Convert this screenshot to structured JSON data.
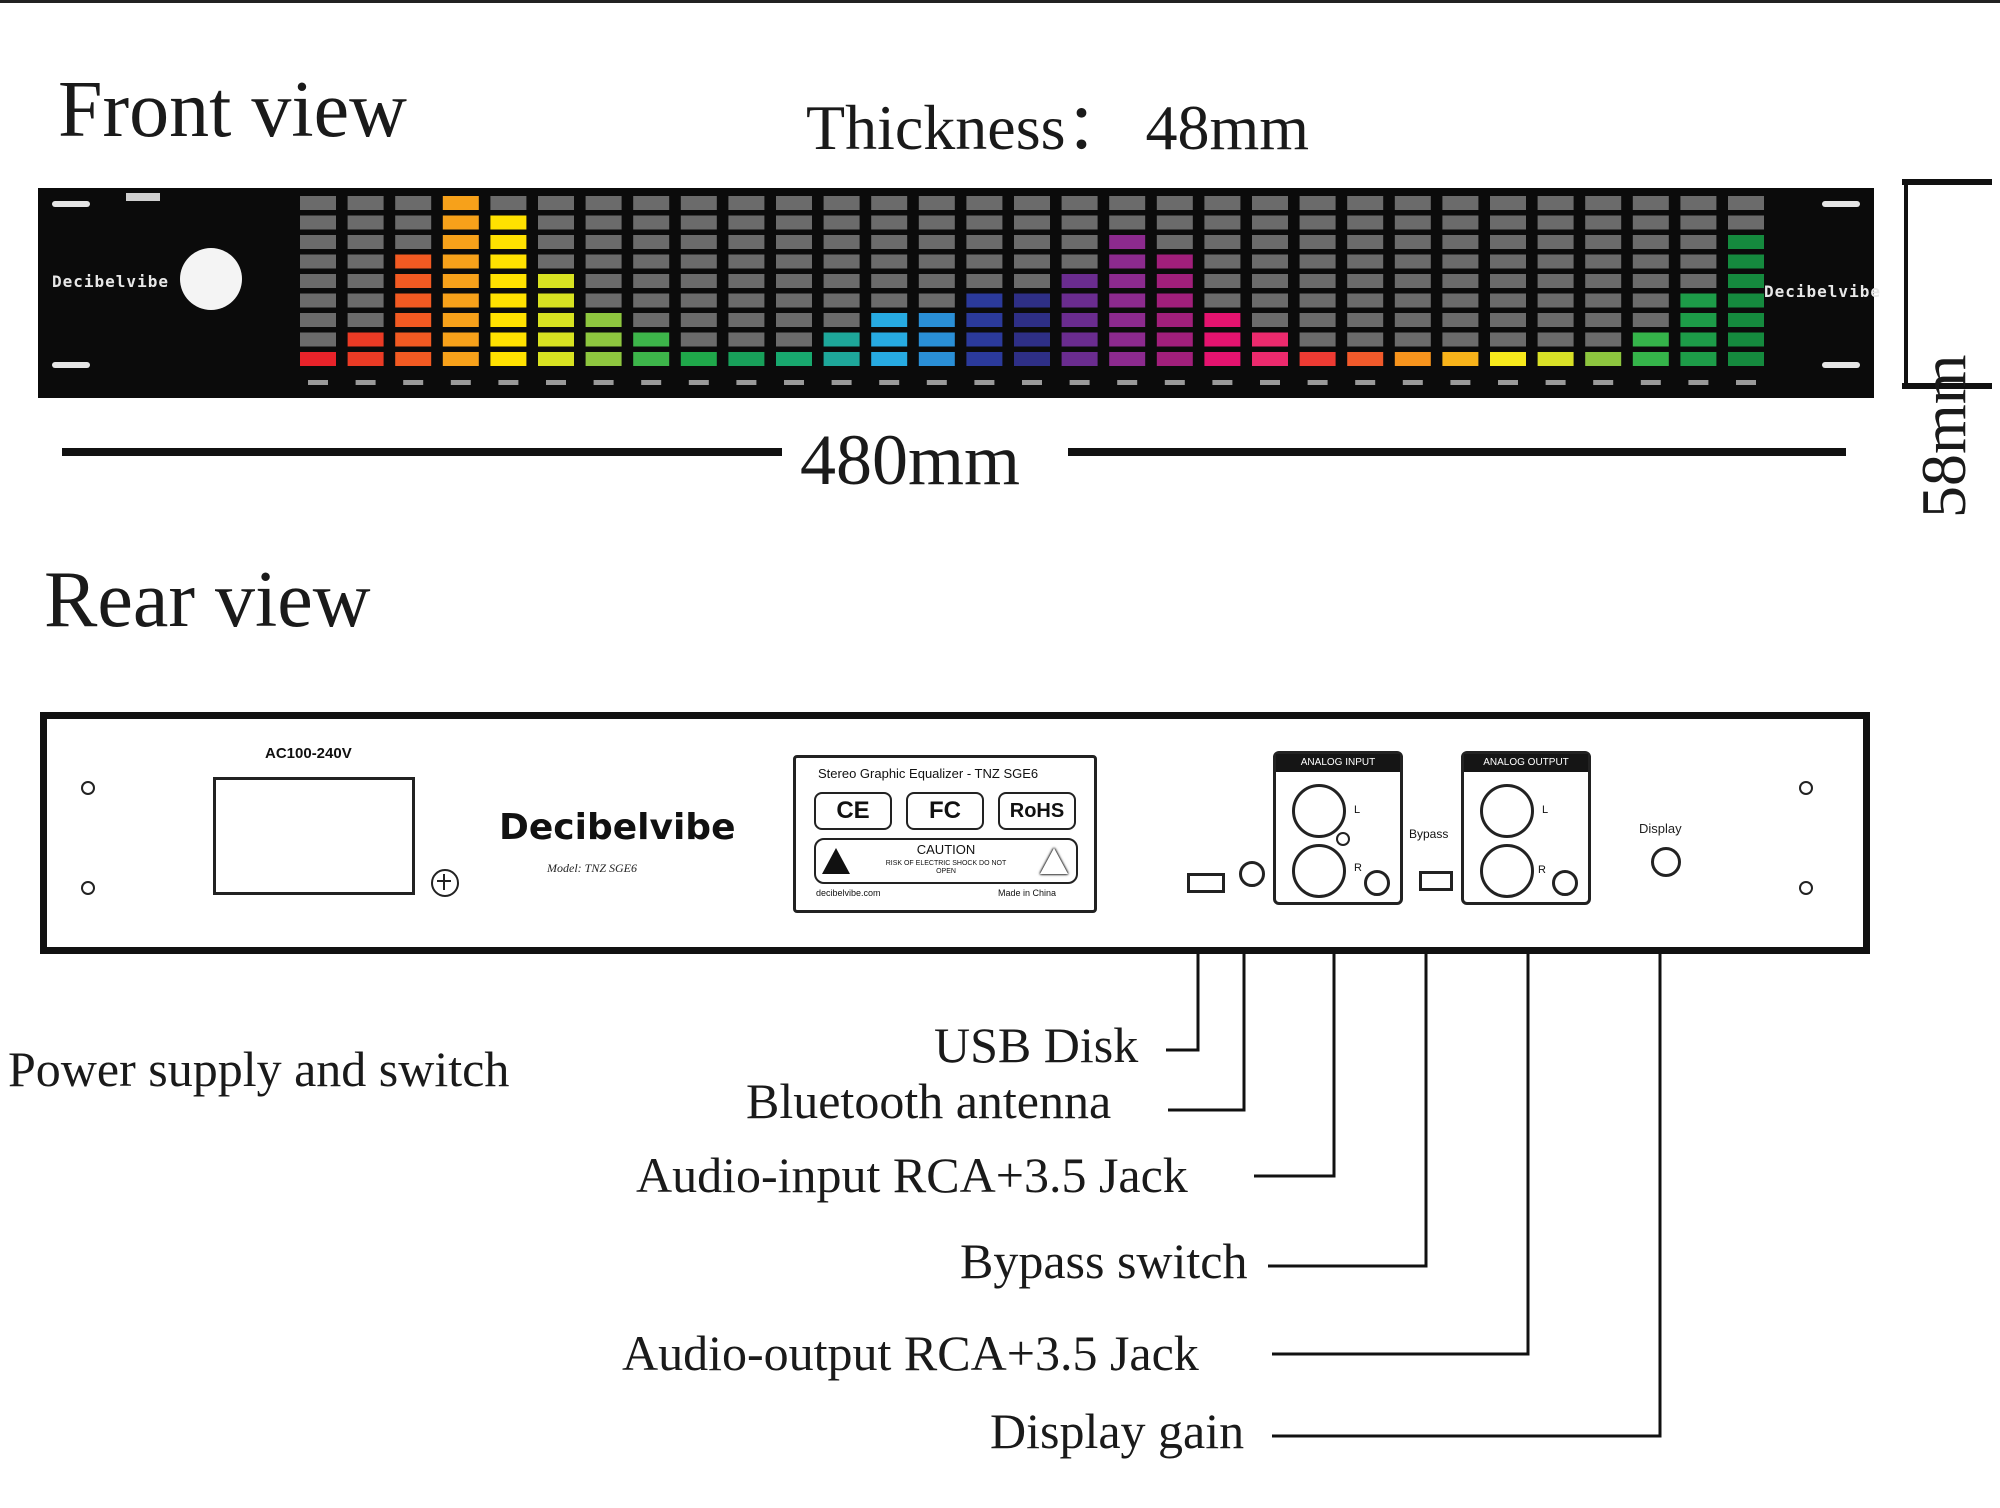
{
  "front": {
    "heading": "Front view",
    "thickness": "Thickness： 48mm",
    "width_dim": "480mm",
    "height_dim": "58mm",
    "brand_left": "Decibelvibe",
    "brand_right": "Decibelvibe",
    "band_count": 31,
    "band_levels": [
      1,
      2,
      6,
      9,
      8,
      5,
      3,
      2,
      1,
      1,
      1,
      2,
      3,
      3,
      4,
      4,
      5,
      7,
      6,
      3,
      2,
      1,
      1,
      1,
      1,
      1,
      1,
      1,
      2,
      4,
      7
    ],
    "band_colors": [
      "#e8232a",
      "#ea3b25",
      "#f25a22",
      "#f7a11a",
      "#ffe100",
      "#d7e121",
      "#8ec63f",
      "#3db54a",
      "#1fa84a",
      "#18a05a",
      "#18a86e",
      "#1ea79a",
      "#27aae1",
      "#2a8fd6",
      "#2b3a9b",
      "#2e2f86",
      "#6a2c8f",
      "#8c2a8e",
      "#a11f7b",
      "#e4136f",
      "#ec2a6d",
      "#ee3b33",
      "#f15a2b",
      "#f7941d",
      "#f8b31a",
      "#f7e91c",
      "#d8e027",
      "#8dc53f",
      "#35b44a",
      "#1d9c48",
      "#158a3e"
    ]
  },
  "rear": {
    "heading": "Rear view",
    "power_label": "AC100-240V",
    "brand": "Decibelvibe",
    "model": "Model: TNZ SGE6",
    "cert_title": "Stereo Graphic Equalizer - TNZ SGE6",
    "mark_ce": "CE",
    "mark_fc": "FC",
    "mark_rohs": "RoHS",
    "caution": "CAUTION",
    "caution_sub": "RISK OF ELECTRIC SHOCK DO NOT OPEN",
    "site": "decibelvibe.com",
    "made_in": "Made in China",
    "analog_input": "ANALOG INPUT",
    "analog_output": "ANALOG OUTPUT",
    "left_ch": "L",
    "right_ch": "R",
    "bypass_small": "Bypass",
    "display_small": "Display"
  },
  "callouts": {
    "power": "Power supply and switch",
    "usb": "USB Disk",
    "bluetooth": "Bluetooth antenna",
    "audio_in": "Audio-input RCA+3.5 Jack",
    "bypass": "Bypass switch",
    "audio_out": "Audio-output RCA+3.5 Jack",
    "display": "Display gain"
  }
}
